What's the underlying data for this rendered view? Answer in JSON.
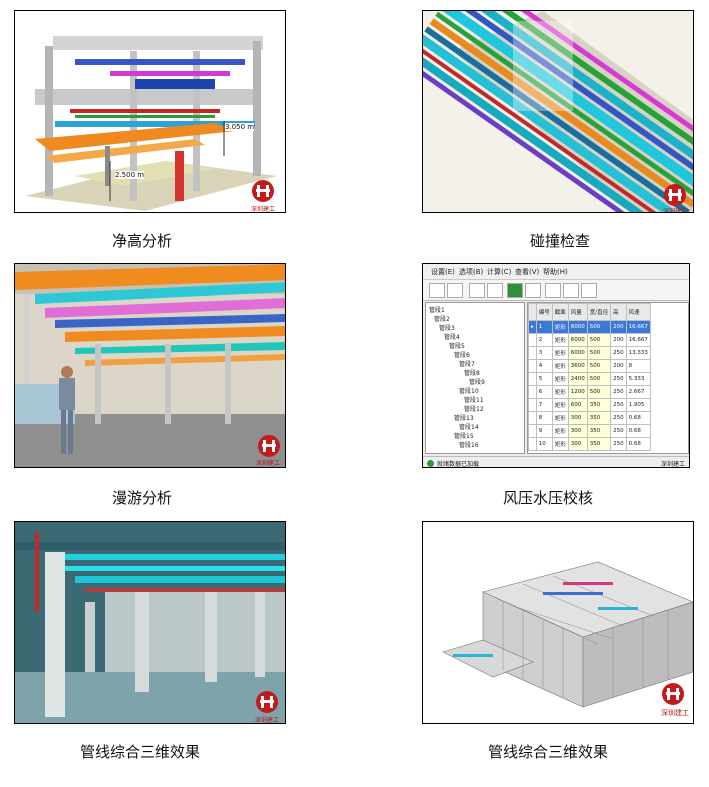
{
  "captions": {
    "clearance": "净高分析",
    "collision": "碰撞检查",
    "walkthrough": "漫游分析",
    "pressure": "风压水压校核",
    "effect_left": "管线综合三维效果",
    "effect_right": "管线综合三维效果"
  },
  "clearance_dims": {
    "upper": "3.050 m",
    "lower": "2.500 m"
  },
  "logo_text": "深圳建工",
  "software": {
    "menu": [
      "设置(E)",
      "选项(B)",
      "计算(C)",
      "查看(V)",
      "帮助(H)"
    ],
    "tree": [
      "管段1",
      "管段2",
      "管段3",
      "管段4",
      "管段5",
      "管段6",
      "管段7",
      "管段8",
      "管段9",
      "管段10",
      "管段11",
      "管段12",
      "管段13",
      "管段14",
      "管段15",
      "管段16"
    ],
    "table_headers": [
      "编号",
      "截面",
      "风量",
      "宽/直径",
      "高",
      "风速"
    ],
    "rows": [
      [
        "1",
        "矩形",
        "6000",
        "500",
        "200",
        "16.667"
      ],
      [
        "2",
        "矩形",
        "6000",
        "500",
        "200",
        "16.667"
      ],
      [
        "3",
        "矩形",
        "6000",
        "500",
        "250",
        "13.333"
      ],
      [
        "4",
        "矩形",
        "3600",
        "500",
        "200",
        "8"
      ],
      [
        "5",
        "矩形",
        "2400",
        "500",
        "250",
        "5.333"
      ],
      [
        "6",
        "矩形",
        "1200",
        "500",
        "250",
        "2.667"
      ],
      [
        "7",
        "矩形",
        "600",
        "350",
        "250",
        "1.905"
      ],
      [
        "8",
        "矩形",
        "300",
        "350",
        "250",
        "0.68"
      ],
      [
        "9",
        "矩形",
        "300",
        "350",
        "250",
        "0.68"
      ],
      [
        "10",
        "矩形",
        "300",
        "350",
        "250",
        "0.68"
      ]
    ],
    "status": "就绪数据已加载",
    "status_right": "深圳建工"
  }
}
